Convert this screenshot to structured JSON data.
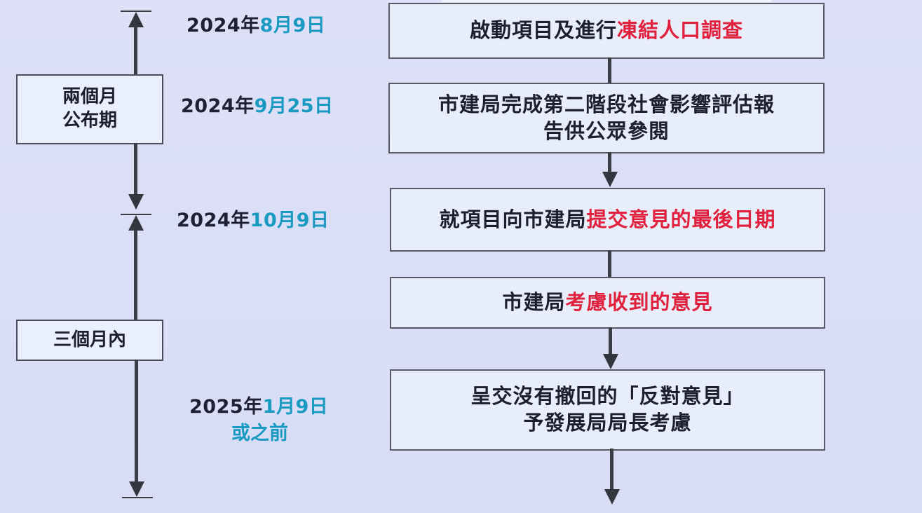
{
  "colors": {
    "background": "#dadef6",
    "date_highlight": "#1a9ac0",
    "emphasis_red": "#e0203c",
    "line": "#3a3d44",
    "box_fill": "#e8eef9"
  },
  "timeline": {
    "dates": [
      {
        "year": "2024年",
        "month_day": "8月9日"
      },
      {
        "year": "2024年",
        "month_day": "9月25日"
      },
      {
        "year": "2024年",
        "month_day": "10月9日"
      },
      {
        "year": "2025年",
        "month_day": "1月9日",
        "suffix": "或之前"
      }
    ],
    "periods": [
      {
        "lines": [
          "兩個月",
          "公布期"
        ]
      },
      {
        "lines": [
          "三個月內"
        ]
      }
    ]
  },
  "flow": {
    "steps": [
      {
        "lines": [
          {
            "normal": "啟動項目及進行",
            "red": "凍結人口調查"
          }
        ]
      },
      {
        "lines": [
          {
            "normal": "市建局完成第二階段社會影響評估報",
            "red": ""
          },
          {
            "normal": "告供公眾參閱",
            "red": ""
          }
        ]
      },
      {
        "lines": [
          {
            "normal": "就項目向市建局",
            "red": "提交意見的最後日期"
          }
        ]
      },
      {
        "lines": [
          {
            "normal": "市建局",
            "red": "考慮收到的意見"
          }
        ]
      },
      {
        "lines": [
          {
            "normal": "呈交沒有撤回的「反對意見」",
            "red": ""
          },
          {
            "normal": "予發展局局長考慮",
            "red": ""
          }
        ]
      }
    ]
  }
}
